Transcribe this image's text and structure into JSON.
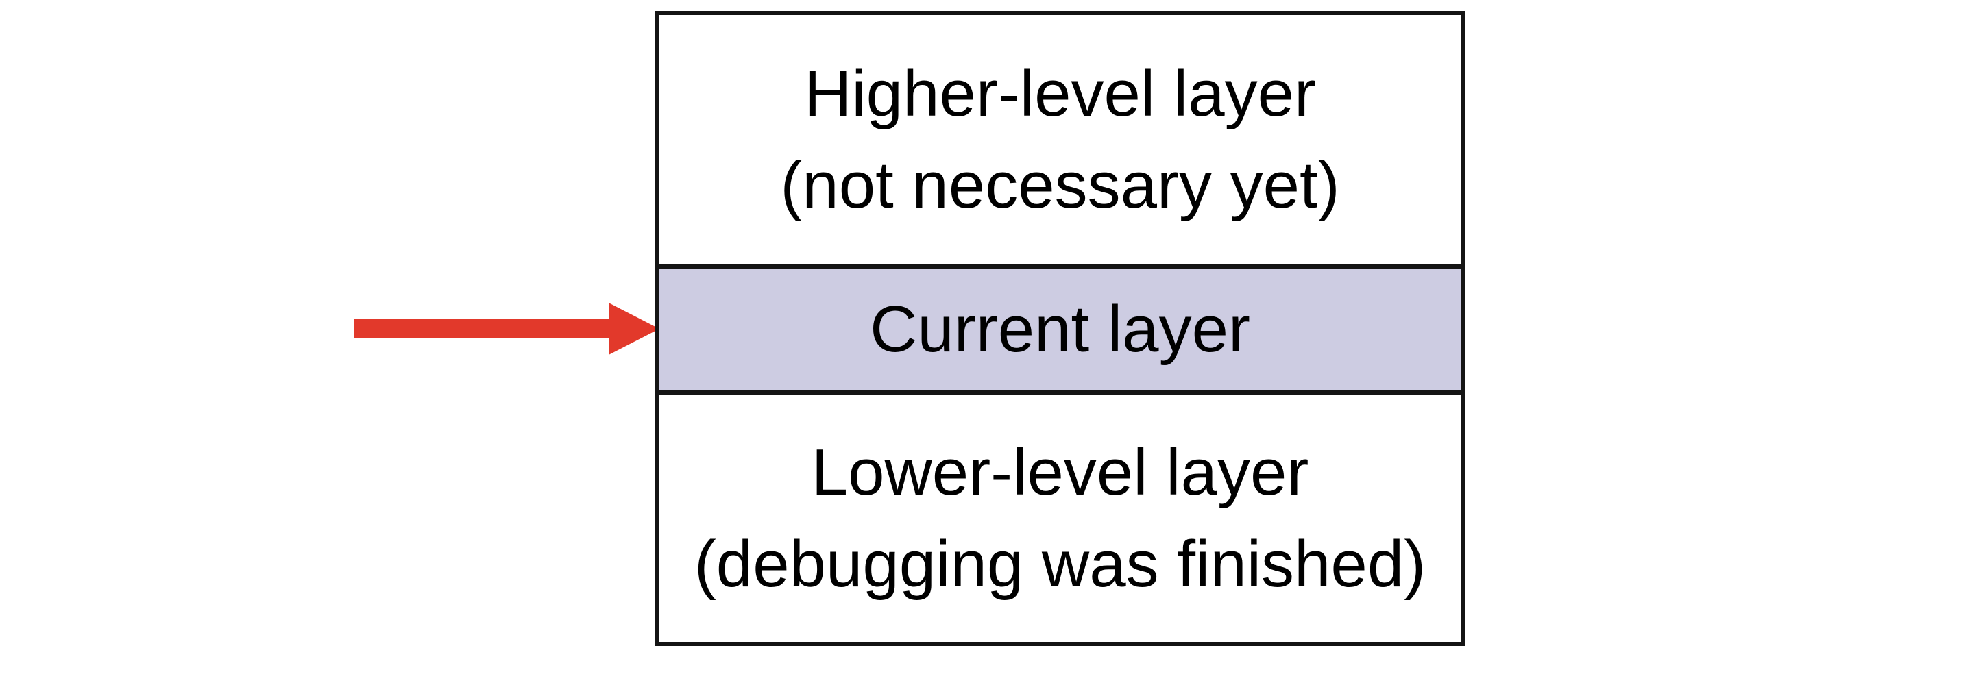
{
  "diagram": {
    "background_color": "#ffffff",
    "box_border_color": "#141414",
    "text_color": "#000000",
    "layers": [
      {
        "id": "higher-level",
        "title": "Higher-level layer",
        "note": "(not necessary yet)",
        "fill": "#ffffff",
        "highlighted": false
      },
      {
        "id": "current",
        "title": "Current layer",
        "note": "",
        "fill": "#cdcce2",
        "highlighted": true
      },
      {
        "id": "lower-level",
        "title": "Lower-level layer",
        "note": "(debugging was finished)",
        "fill": "#ffffff",
        "highlighted": false
      }
    ],
    "arrow": {
      "color": "#e2392b",
      "direction": "right",
      "points_to": "Current layer"
    }
  }
}
